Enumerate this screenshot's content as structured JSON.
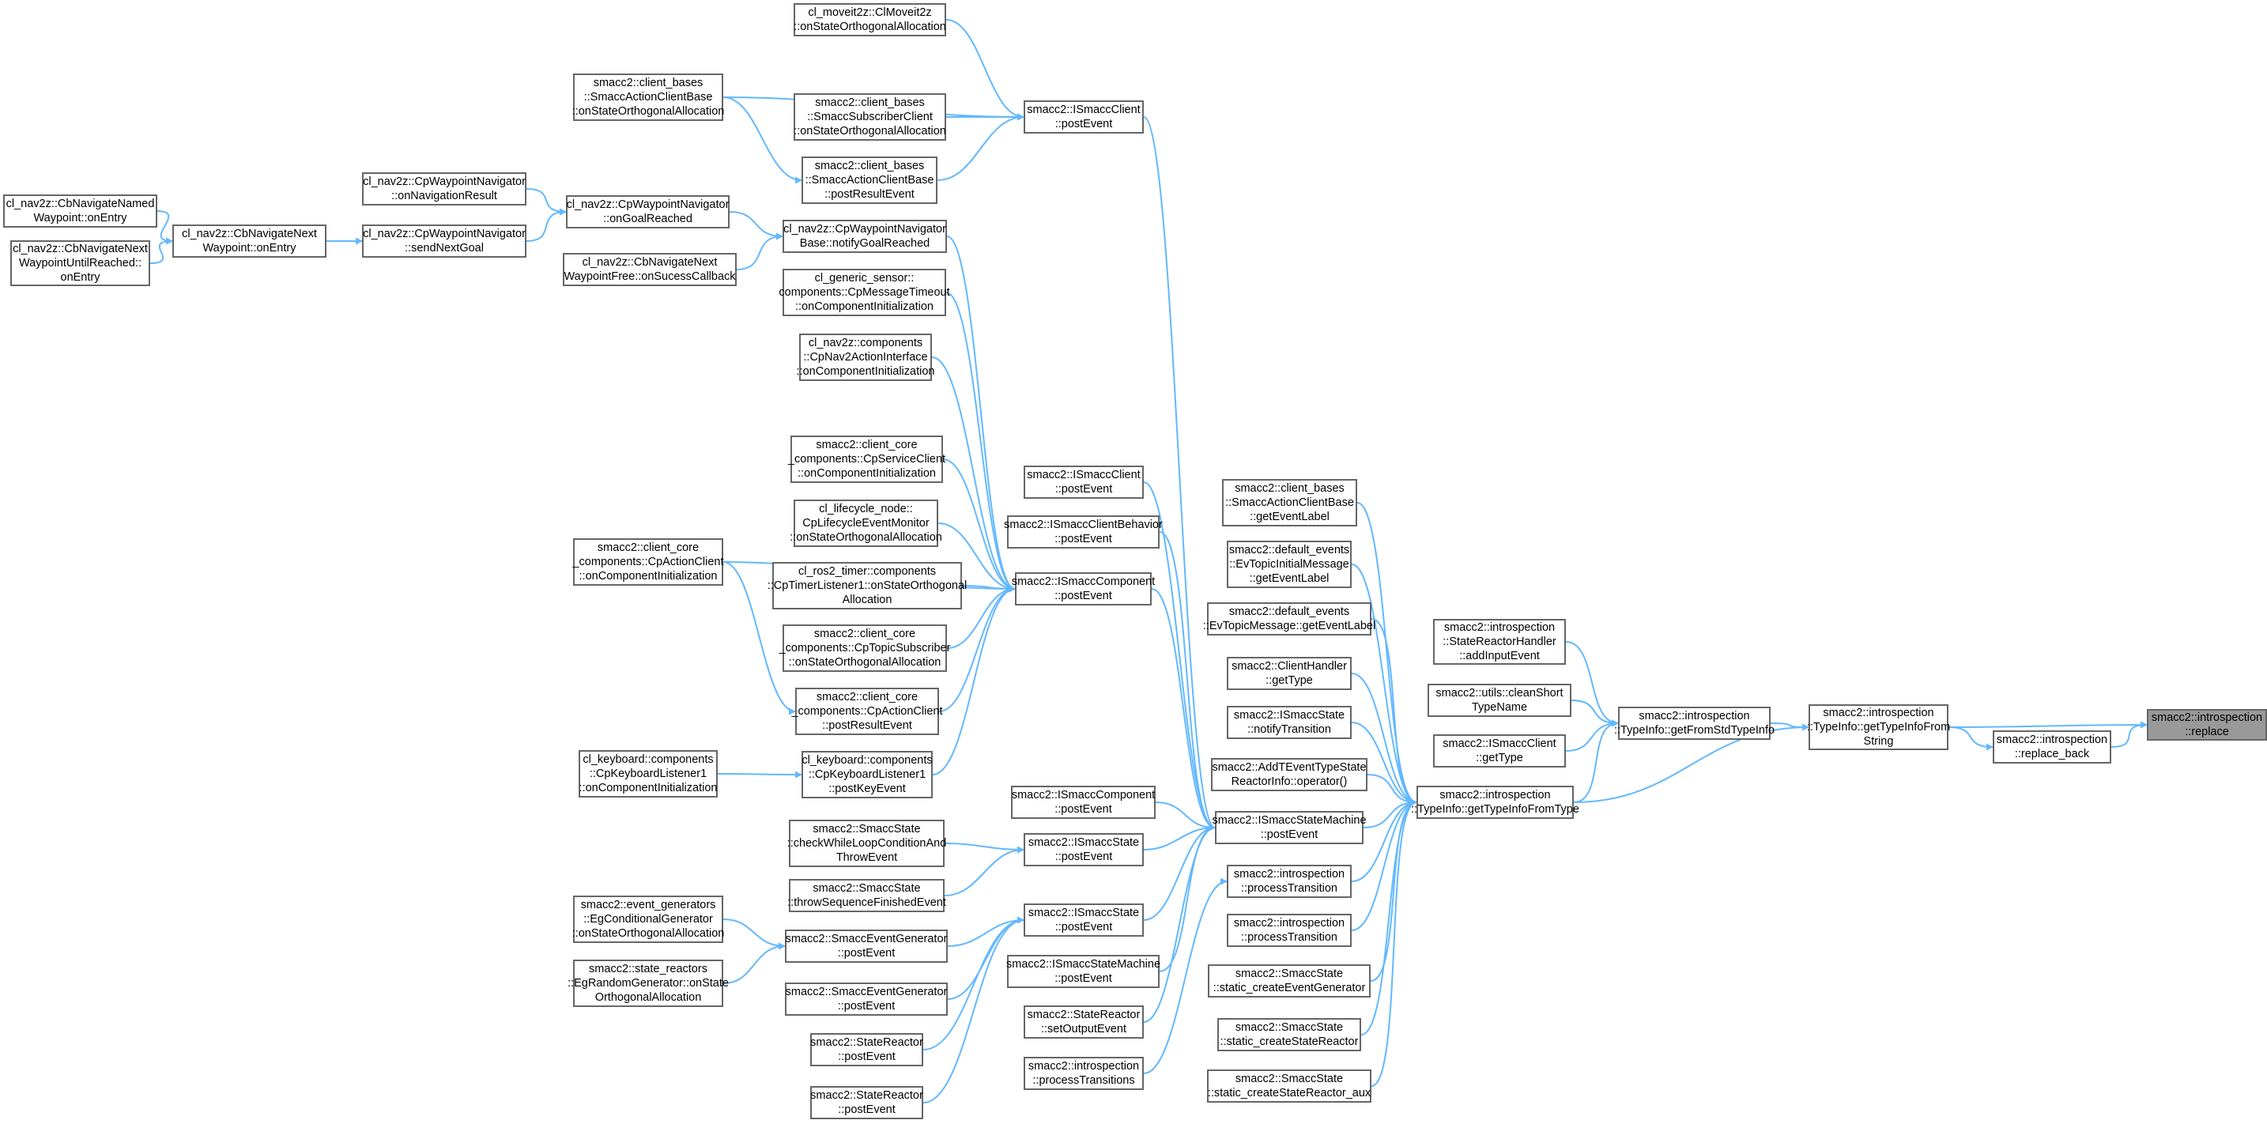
{
  "colors": {
    "edge": "#63b8ff",
    "border": "#666666",
    "root_fill": "#999999",
    "node_fill": "#ffffff"
  },
  "nodes": [
    {
      "id": "replace",
      "lines": [
        "smacc2::introspection",
        "::replace"
      ],
      "root": true
    },
    {
      "id": "replace_back",
      "lines": [
        "smacc2::introspection",
        "::replace_back"
      ]
    },
    {
      "id": "fromstring",
      "lines": [
        "smacc2::introspection",
        "::TypeInfo::getTypeInfoFrom",
        "String"
      ]
    },
    {
      "id": "fromstd",
      "lines": [
        "smacc2::introspection",
        "::TypeInfo::getFromStdTypeInfo"
      ]
    },
    {
      "id": "fromtype",
      "lines": [
        "smacc2::introspection",
        "::TypeInfo::getTypeInfoFromType"
      ]
    },
    {
      "id": "addinput",
      "lines": [
        "smacc2::introspection",
        "::StateReactorHandler",
        "::addInputEvent"
      ]
    },
    {
      "id": "cleanshort",
      "lines": [
        "smacc2::utils::cleanShort",
        "TypeName"
      ]
    },
    {
      "id": "iclient_gettype",
      "lines": [
        "smacc2::ISmaccClient",
        "::getType"
      ]
    },
    {
      "id": "acb_label",
      "lines": [
        "smacc2::client_bases",
        "::SmaccActionClientBase",
        "::getEventLabel"
      ]
    },
    {
      "id": "evtopicinit",
      "lines": [
        "smacc2::default_events",
        "::EvTopicInitialMessage",
        "::getEventLabel"
      ]
    },
    {
      "id": "evtopicmsg",
      "lines": [
        "smacc2::default_events",
        "::EvTopicMessage::getEventLabel"
      ]
    },
    {
      "id": "clienthandler",
      "lines": [
        "smacc2::ClientHandler",
        "::getType"
      ]
    },
    {
      "id": "notifytrans",
      "lines": [
        "smacc2::ISmaccState",
        "::notifyTransition"
      ]
    },
    {
      "id": "addtevent",
      "lines": [
        "smacc2::AddTEventTypeState",
        "ReactorInfo::operator()"
      ]
    },
    {
      "id": "ism_post",
      "lines": [
        "smacc2::ISmaccStateMachine",
        "::postEvent"
      ]
    },
    {
      "id": "proc1",
      "lines": [
        "smacc2::introspection",
        "::processTransition"
      ]
    },
    {
      "id": "proc2",
      "lines": [
        "smacc2::introspection",
        "::processTransition"
      ]
    },
    {
      "id": "s_createeg",
      "lines": [
        "smacc2::SmaccState",
        "::static_createEventGenerator"
      ]
    },
    {
      "id": "s_createsr",
      "lines": [
        "smacc2::SmaccState",
        "::static_createStateReactor"
      ]
    },
    {
      "id": "s_createsr_aux",
      "lines": [
        "smacc2::SmaccState",
        "::static_createStateReactor_aux"
      ]
    },
    {
      "id": "iclient_post_top",
      "lines": [
        "smacc2::ISmaccClient",
        "::postEvent"
      ]
    },
    {
      "id": "iclient_post_mid",
      "lines": [
        "smacc2::ISmaccClient",
        "::postEvent"
      ]
    },
    {
      "id": "icb_post",
      "lines": [
        "smacc2::ISmaccClientBehavior",
        "::postEvent"
      ]
    },
    {
      "id": "icomp_post",
      "lines": [
        "smacc2::ISmaccComponent",
        "::postEvent"
      ]
    },
    {
      "id": "icomp_post2",
      "lines": [
        "smacc2::ISmaccComponent",
        "::postEvent"
      ]
    },
    {
      "id": "istate_post1",
      "lines": [
        "smacc2::ISmaccState",
        "::postEvent"
      ]
    },
    {
      "id": "istate_post2",
      "lines": [
        "smacc2::ISmaccState",
        "::postEvent"
      ]
    },
    {
      "id": "ism_post2",
      "lines": [
        "smacc2::ISmaccStateMachine",
        "::postEvent"
      ]
    },
    {
      "id": "sr_setout",
      "lines": [
        "smacc2::StateReactor",
        "::setOutputEvent"
      ]
    },
    {
      "id": "proctrans",
      "lines": [
        "smacc2::introspection",
        "::processTransitions"
      ]
    },
    {
      "id": "moveit",
      "lines": [
        "cl_moveit2z::ClMoveit2z",
        "::onStateOrthogonalAllocation"
      ]
    },
    {
      "id": "acb_onstate",
      "lines": [
        "smacc2::client_bases",
        "::SmaccActionClientBase",
        "::onStateOrthogonalAllocation"
      ]
    },
    {
      "id": "subclient",
      "lines": [
        "smacc2::client_bases",
        "::SmaccSubscriberClient",
        "::onStateOrthogonalAllocation"
      ]
    },
    {
      "id": "acb_postres",
      "lines": [
        "smacc2::client_bases",
        "::SmaccActionClientBase",
        "::postResultEvent"
      ]
    },
    {
      "id": "wpnav_base",
      "lines": [
        "cl_nav2z::CpWaypointNavigator",
        "Base::notifyGoalReached"
      ]
    },
    {
      "id": "genericsensor",
      "lines": [
        "cl_generic_sensor::",
        "components::CpMessageTimeout",
        "::onComponentInitialization"
      ]
    },
    {
      "id": "nav2ai",
      "lines": [
        "cl_nav2z::components",
        "::CpNav2ActionInterface",
        "::onComponentInitialization"
      ]
    },
    {
      "id": "serviceclient",
      "lines": [
        "smacc2::client_core",
        "_components::CpServiceClient",
        "::onComponentInitialization"
      ]
    },
    {
      "id": "lifecycle",
      "lines": [
        "cl_lifecycle_node::",
        "CpLifecycleEventMonitor",
        "::onStateOrthogonalAllocation"
      ]
    },
    {
      "id": "ros2timer",
      "lines": [
        "cl_ros2_timer::components",
        "::CpTimerListener1::onStateOrthogonal",
        "Allocation"
      ]
    },
    {
      "id": "topicsub",
      "lines": [
        "smacc2::client_core",
        "_components::CpTopicSubscriber",
        "::onStateOrthogonalAllocation"
      ]
    },
    {
      "id": "ac_postres",
      "lines": [
        "smacc2::client_core",
        "_components::CpActionClient",
        "::postResultEvent"
      ]
    },
    {
      "id": "kb_postkey",
      "lines": [
        "cl_keyboard::components",
        "::CpKeyboardListener1",
        "::postKeyEvent"
      ]
    },
    {
      "id": "checkwhile",
      "lines": [
        "smacc2::SmaccState",
        "::checkWhileLoopConditionAnd",
        "ThrowEvent"
      ]
    },
    {
      "id": "throwseq",
      "lines": [
        "smacc2::SmaccState",
        "::throwSequenceFinishedEvent"
      ]
    },
    {
      "id": "eg_post1",
      "lines": [
        "smacc2::SmaccEventGenerator",
        "::postEvent"
      ]
    },
    {
      "id": "eg_post2",
      "lines": [
        "smacc2::SmaccEventGenerator",
        "::postEvent"
      ]
    },
    {
      "id": "sr_post1",
      "lines": [
        "smacc2::StateReactor",
        "::postEvent"
      ]
    },
    {
      "id": "sr_post2",
      "lines": [
        "smacc2::StateReactor",
        "::postEvent"
      ]
    },
    {
      "id": "wpnav_goal",
      "lines": [
        "cl_nav2z::CpWaypointNavigator",
        "::onGoalReached"
      ]
    },
    {
      "id": "wpnav_result",
      "lines": [
        "cl_nav2z::CpWaypointNavigator",
        "::onNavigationResult"
      ]
    },
    {
      "id": "wpnav_send",
      "lines": [
        "cl_nav2z::CpWaypointNavigator",
        "::sendNextGoal"
      ]
    },
    {
      "id": "cbnav_free",
      "lines": [
        "cl_nav2z::CbNavigateNext",
        "WaypointFree::onSucessCallback"
      ]
    },
    {
      "id": "ac_oninit",
      "lines": [
        "smacc2::client_core",
        "_components::CpActionClient",
        "::onComponentInitialization"
      ]
    },
    {
      "id": "kb_oninit",
      "lines": [
        "cl_keyboard::components",
        "::CpKeyboardListener1",
        "::onComponentInitialization"
      ]
    },
    {
      "id": "egcond",
      "lines": [
        "smacc2::event_generators",
        "::EgConditionalGenerator",
        "::onStateOrthogonalAllocation"
      ]
    },
    {
      "id": "egrandom",
      "lines": [
        "smacc2::state_reactors",
        "::EgRandomGenerator::onState",
        "OrthogonalAllocation"
      ]
    },
    {
      "id": "cbnav_next",
      "lines": [
        "cl_nav2z::CbNavigateNext",
        "Waypoint::onEntry"
      ]
    },
    {
      "id": "cbnav_named",
      "lines": [
        "cl_nav2z::CbNavigateNamed",
        "Waypoint::onEntry"
      ]
    },
    {
      "id": "cbnav_until",
      "lines": [
        "cl_nav2z::CbNavigateNext",
        "WaypointUntilReached::",
        "onEntry"
      ]
    }
  ],
  "edges": [
    [
      "replace_back",
      "replace"
    ],
    [
      "fromstring",
      "replace"
    ],
    [
      "fromstring",
      "replace_back"
    ],
    [
      "fromstd",
      "fromstring"
    ],
    [
      "fromtype",
      "fromstring"
    ],
    [
      "addinput",
      "fromstd"
    ],
    [
      "cleanshort",
      "fromstd"
    ],
    [
      "iclient_gettype",
      "fromstd"
    ],
    [
      "fromtype",
      "fromstd"
    ],
    [
      "acb_label",
      "fromtype"
    ],
    [
      "evtopicinit",
      "fromtype"
    ],
    [
      "evtopicmsg",
      "fromtype"
    ],
    [
      "clienthandler",
      "fromtype"
    ],
    [
      "notifytrans",
      "fromtype"
    ],
    [
      "addtevent",
      "fromtype"
    ],
    [
      "ism_post",
      "fromtype"
    ],
    [
      "proc1",
      "fromtype"
    ],
    [
      "proc2",
      "fromtype"
    ],
    [
      "s_createeg",
      "fromtype"
    ],
    [
      "s_createsr",
      "fromtype"
    ],
    [
      "s_createsr_aux",
      "fromtype"
    ],
    [
      "iclient_post_top",
      "ism_post"
    ],
    [
      "iclient_post_mid",
      "ism_post"
    ],
    [
      "icb_post",
      "ism_post"
    ],
    [
      "icomp_post",
      "ism_post"
    ],
    [
      "icomp_post2",
      "ism_post"
    ],
    [
      "istate_post1",
      "ism_post"
    ],
    [
      "istate_post2",
      "ism_post"
    ],
    [
      "ism_post2",
      "ism_post"
    ],
    [
      "sr_setout",
      "ism_post"
    ],
    [
      "proctrans",
      "proc1"
    ],
    [
      "moveit",
      "iclient_post_top"
    ],
    [
      "acb_onstate",
      "iclient_post_top"
    ],
    [
      "subclient",
      "iclient_post_top"
    ],
    [
      "acb_postres",
      "iclient_post_top"
    ],
    [
      "acb_onstate",
      "acb_postres"
    ],
    [
      "wpnav_base",
      "icomp_post"
    ],
    [
      "genericsensor",
      "icomp_post"
    ],
    [
      "nav2ai",
      "icomp_post"
    ],
    [
      "serviceclient",
      "icomp_post"
    ],
    [
      "lifecycle",
      "icomp_post"
    ],
    [
      "ros2timer",
      "icomp_post"
    ],
    [
      "topicsub",
      "icomp_post"
    ],
    [
      "ac_postres",
      "icomp_post"
    ],
    [
      "kb_postkey",
      "icomp_post"
    ],
    [
      "ac_oninit",
      "icomp_post"
    ],
    [
      "ac_oninit",
      "ac_postres"
    ],
    [
      "kb_oninit",
      "kb_postkey"
    ],
    [
      "wpnav_goal",
      "wpnav_base"
    ],
    [
      "cbnav_free",
      "wpnav_base"
    ],
    [
      "wpnav_result",
      "wpnav_goal"
    ],
    [
      "wpnav_send",
      "wpnav_goal"
    ],
    [
      "cbnav_next",
      "wpnav_send"
    ],
    [
      "cbnav_named",
      "cbnav_next"
    ],
    [
      "cbnav_until",
      "cbnav_next"
    ],
    [
      "checkwhile",
      "istate_post1"
    ],
    [
      "throwseq",
      "istate_post1"
    ],
    [
      "eg_post1",
      "istate_post2"
    ],
    [
      "eg_post2",
      "istate_post2"
    ],
    [
      "sr_post1",
      "istate_post2"
    ],
    [
      "sr_post2",
      "istate_post2"
    ],
    [
      "egcond",
      "eg_post1"
    ],
    [
      "egrandom",
      "eg_post1"
    ]
  ]
}
